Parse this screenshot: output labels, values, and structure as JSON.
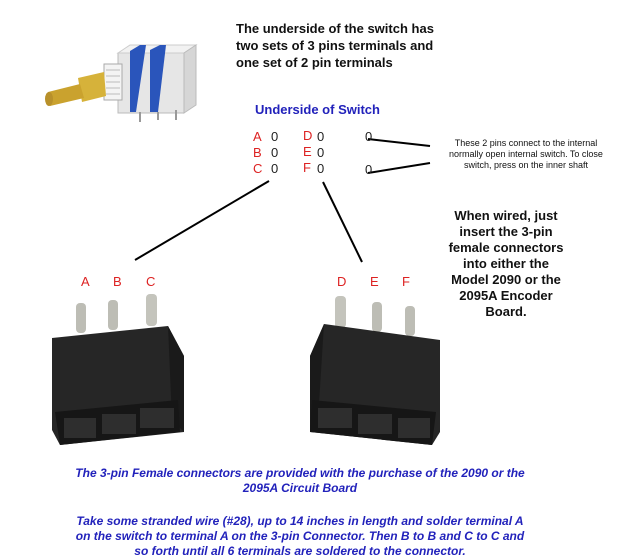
{
  "title_lines": [
    "The underside of the switch has",
    "two sets of 3 pins terminals and",
    "one set of 2 pin terminals"
  ],
  "underside_title": "Underside of Switch",
  "pins": {
    "left": [
      "A",
      "B",
      "C"
    ],
    "middle": [
      "D",
      "E",
      "F"
    ],
    "zero": "0"
  },
  "note_lines": [
    "These 2 pins connect to the internal",
    "normally open internal switch. To close",
    "switch, press on the inner shaft"
  ],
  "wired_lines": [
    "When wired, just",
    "insert the 3-pin",
    "female connectors",
    "into either the",
    "Model 2090 or the",
    "2095A Encoder",
    "Board."
  ],
  "connector_left_labels": [
    "A",
    "B",
    "C"
  ],
  "connector_right_labels": [
    "D",
    "E",
    "F"
  ],
  "bottom_text_1": [
    "The 3-pin Female connectors are provided with the purchase of the 2090 or the",
    "2095A Circuit Board"
  ],
  "bottom_text_2": [
    "Take some stranded wire (#28), up to 14 inches in length and solder terminal A",
    "on the switch to terminal A on the 3-pin Connector. Then B to B and C to C and",
    "so forth until all 6 terminals are soldered to the connector."
  ],
  "colors": {
    "blue_text": "#2222bb",
    "red_labels": "#dd2222",
    "connector": "#222222"
  }
}
